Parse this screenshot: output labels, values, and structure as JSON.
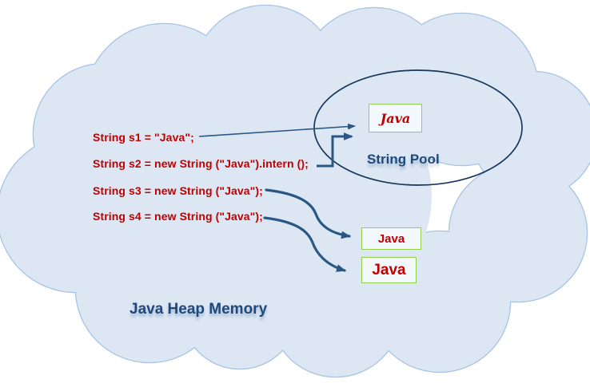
{
  "diagram": {
    "heap_label": "Java Heap Memory",
    "pool_label": "String Pool",
    "code_lines": [
      "String s1 = \"Java\";",
      "String s2 = new String (\"Java\").intern ();",
      "String s3 = new String (\"Java\");",
      "String s4 = new String (\"Java\");"
    ],
    "boxes": {
      "pool_java": "Java",
      "heap_java_s3": "Java",
      "heap_java_s4": "Java"
    },
    "colors": {
      "cloud_fill": "#dce7f3",
      "cloud_border": "#a9c4e3",
      "pool_ellipse_stroke": "#17375d",
      "arrow": "#2a5783",
      "code_text": "#c00000",
      "box_border": "#92d050",
      "box_text": "#c00000",
      "label_text": "#1f497d"
    }
  }
}
